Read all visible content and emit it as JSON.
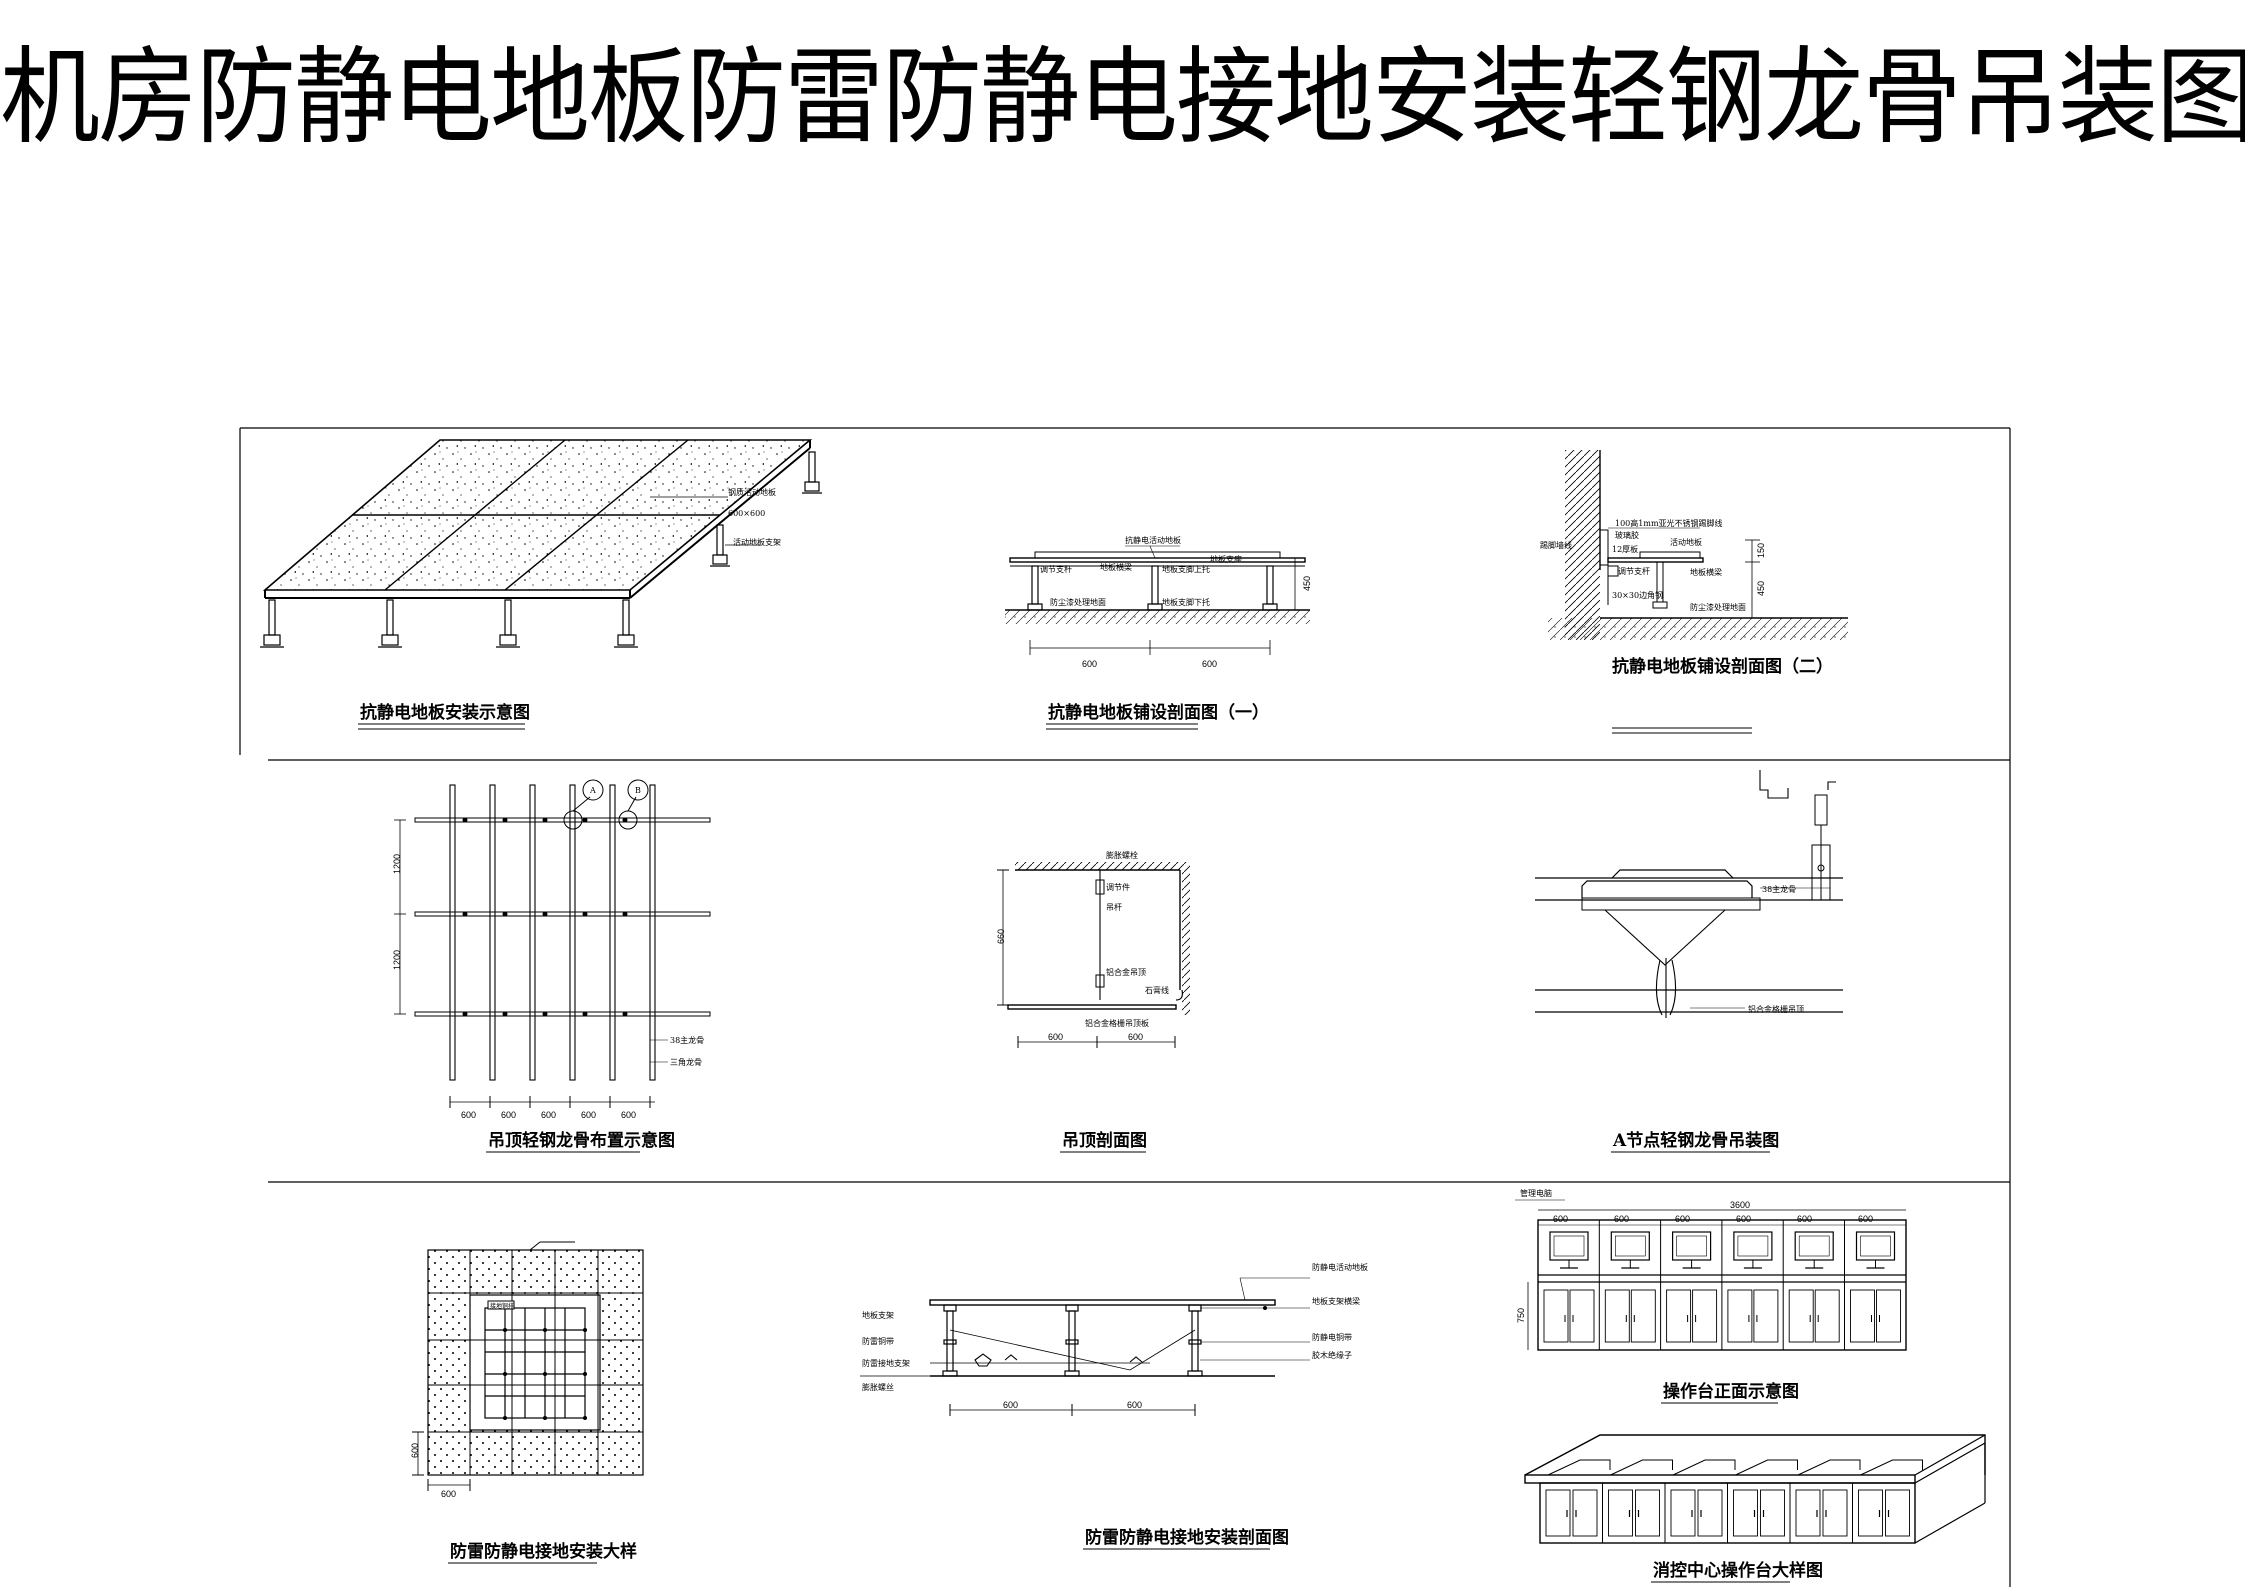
{
  "title": "机房防静电地板防雷防静电接地安装轻钢龙骨吊装图",
  "panels": {
    "floor_3d": {
      "caption": "抗静电地板安装示意图",
      "labels": [
        "钢质活动地板",
        "600×600",
        "活动地板支架"
      ]
    },
    "section_1": {
      "caption": "抗静电地板铺设剖面图（一）",
      "labels": [
        "抗静电活动地板",
        "地板横梁",
        "调节支杆",
        "地板支脚上托",
        "地板支座",
        "防尘漆处理地面",
        "地板支脚下托"
      ],
      "dims": [
        "600",
        "600",
        "450"
      ]
    },
    "section_2": {
      "caption": "抗静电地板铺设剖面图（二）",
      "labels": [
        "100高1mm亚光不锈钢踢脚线",
        "玻璃胶",
        "12厚板",
        "踢脚墙线",
        "活动地板",
        "调节支杆",
        "地板横梁",
        "30×30边角钢",
        "防尘漆处理地面"
      ],
      "dims": [
        "150",
        "450"
      ]
    },
    "ceiling_plan": {
      "caption": "吊顶轻钢龙骨布置示意图",
      "markers": [
        "A",
        "B"
      ],
      "labels": [
        "38主龙骨",
        "三角龙骨"
      ],
      "dims_v": [
        "1200",
        "1200"
      ],
      "dims_h": [
        "600",
        "600",
        "600",
        "600",
        "600"
      ]
    },
    "ceiling_section": {
      "caption": "吊顶剖面图",
      "labels": [
        "膨胀螺栓",
        "调节件",
        "吊杆",
        "铝合金吊顶",
        "石膏线",
        "铝合金格栅吊顶板"
      ],
      "dims": [
        "660",
        "600",
        "600"
      ]
    },
    "node_a": {
      "caption": "A节点轻钢龙骨吊装图",
      "labels": [
        "38主龙骨",
        "铝合金格栅吊顶"
      ]
    },
    "grounding_plan": {
      "caption": "防雷防静电接地安装大样",
      "labels": [
        "接地铜排"
      ],
      "dims": [
        "600",
        "600"
      ]
    },
    "grounding_section": {
      "caption": "防雷防静电接地安装剖面图",
      "labels_left": [
        "地板支架",
        "防雷铜带",
        "防雷接地支架",
        "膨胀螺丝"
      ],
      "labels_right": [
        "防静电活动地板",
        "地板支架横梁",
        "防静电铜带",
        "胶木绝缘子"
      ],
      "dims": [
        "600",
        "600"
      ]
    },
    "console_front": {
      "caption": "操作台正面示意图",
      "labels": [
        "管理电脑"
      ],
      "dims_top": [
        "3600",
        "600",
        "600",
        "600",
        "600",
        "600",
        "600"
      ],
      "dim_side": "750"
    },
    "console_3d": {
      "caption": "消控中心操作台大样图"
    }
  }
}
